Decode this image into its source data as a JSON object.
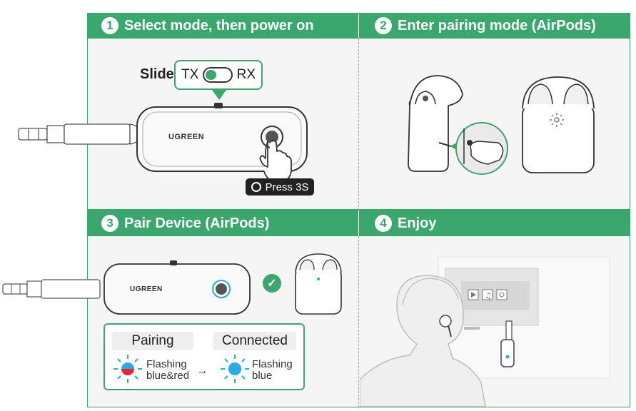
{
  "panels": [
    {
      "number": "1",
      "title": "Select mode, then power on"
    },
    {
      "number": "2",
      "title": "Enter pairing mode (AirPods)"
    },
    {
      "number": "3",
      "title": "Pair Device (AirPods)"
    },
    {
      "number": "4",
      "title": "Enjoy"
    }
  ],
  "step1": {
    "slide_label": "Slide",
    "tx_label": "TX",
    "rx_label": "RX",
    "brand": "UGREEN",
    "press_label": "Press 3S"
  },
  "step3": {
    "brand": "UGREEN",
    "pairing_label": "Pairing",
    "connected_label": "Connected",
    "pairing_desc_line1": "Flashing",
    "pairing_desc_line2": "blue&red",
    "connected_desc_line1": "Flashing",
    "connected_desc_line2": "blue"
  },
  "colors": {
    "accent": "#3aa76d",
    "led_blue": "#2aa9e8",
    "led_red": "#e8262b"
  },
  "icons": [
    "check-icon",
    "clock-icon",
    "play-icon",
    "music-icon",
    "settings-icon",
    "power-button-icon"
  ]
}
